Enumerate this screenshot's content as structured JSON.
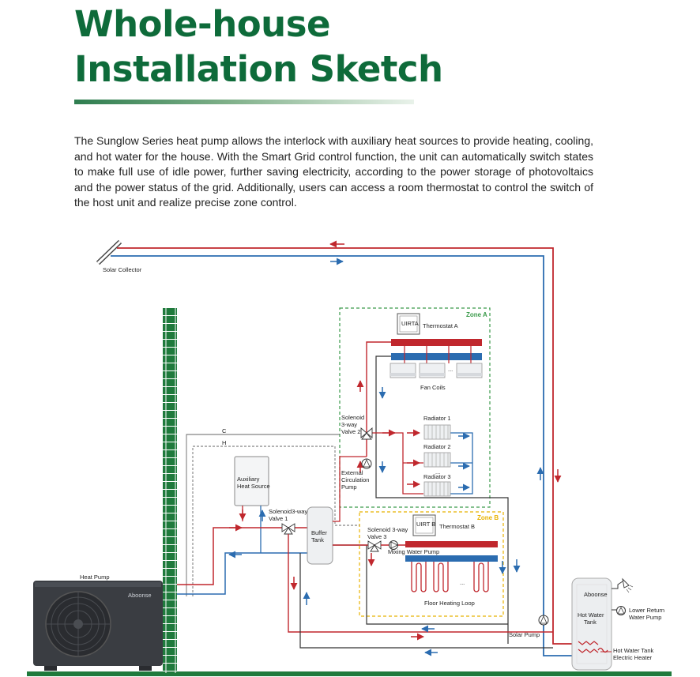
{
  "title_line1": "Whole-house",
  "title_line2": "Installation Sketch",
  "intro": "The Sunglow Series heat pump allows the interlock with auxiliary heat sources to provide heating, cooling, and hot water for the house. With the Smart Grid control function, the unit can automatically switch states to make full use of idle power, further saving electricity, according to the power storage of photovoltaics and the power status of the grid. Additionally, users can access a room thermostat to control the switch of the host unit and realize precise zone control.",
  "labels": {
    "solar_collector": "Solar Collector",
    "zone_a": "Zone A",
    "zone_b": "Zone B",
    "thermostat_a_box": "UIRTA",
    "thermostat_a": "Thermostat A",
    "thermostat_b_box": "UIRT B",
    "thermostat_b": "Thermostat B",
    "fan_coils": "Fan Coils",
    "radiator_1": "Radiator 1",
    "radiator_2": "Radiator 2",
    "radiator_3": "Radiator 3",
    "valve2_l1": "Solenoid",
    "valve2_l2": "3-way",
    "valve2_l3": "Valve 2",
    "ext_pump_l1": "External",
    "ext_pump_l2": "Circulation",
    "ext_pump_l3": "Pump",
    "aux_l1": "Auxiliary",
    "aux_l2": "Heat Source",
    "valve1_l1": "Solenoid3-way",
    "valve1_l2": "Valve 1",
    "buffer_l1": "Buffer",
    "buffer_l2": "Tank",
    "valve3_l1": "Solenoid 3-way",
    "valve3_l2": "Valve 3",
    "mixing_pump": "Mixing Water Pump",
    "floor_loop": "Floor Heating Loop",
    "heat_pump": "Heat Pump",
    "heat_pump_brand": "Aboonse",
    "solar_pump": "Solar Pump",
    "tank_brand": "Aboonse",
    "hot_water_l1": "Hot Water",
    "hot_water_l2": "Tank",
    "lower_l1": "Lower Return",
    "lower_l2": "Water Pump",
    "heater_l1": "Hot Water Tank",
    "heater_l2": "Electric Heater",
    "line_c": "C",
    "line_h": "H",
    "dots": "..."
  },
  "colors": {
    "title": "#0e6b3a",
    "hot": "#c0272d",
    "cold": "#2b6cb0",
    "zone_a": "#3a9a4a",
    "zone_b": "#e8b200",
    "unit": "#3a3d42",
    "wall": "#1f7a3c"
  }
}
